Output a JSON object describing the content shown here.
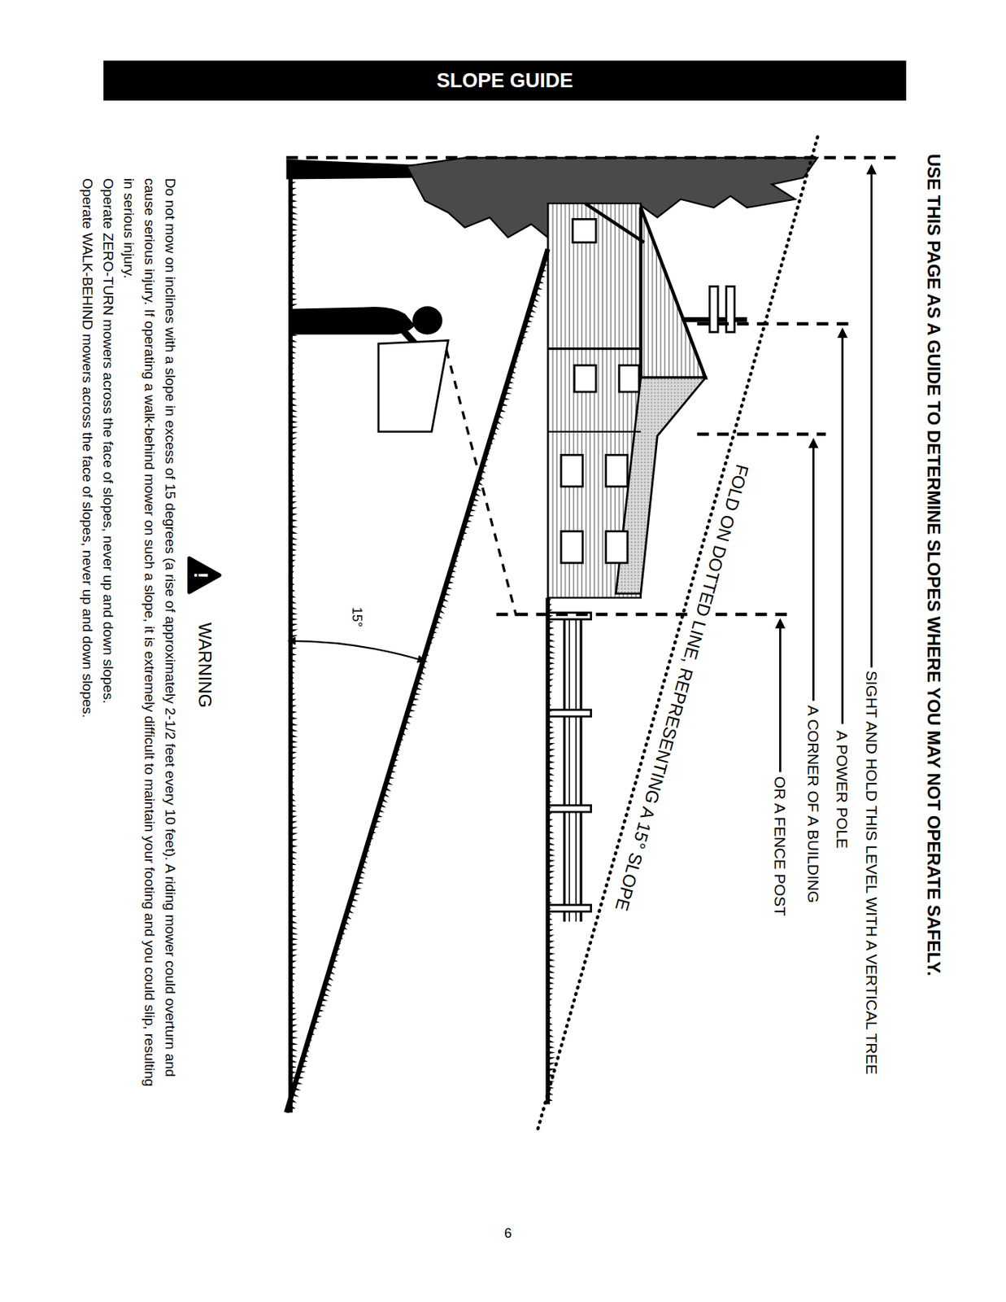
{
  "diagram": {
    "title": "SLOPE GUIDE",
    "nodes": [
      {
        "text": [
          "!",
          "WARNING"
        ]
      }
    ],
    "labels": [
      "USE THIS PAGE AS A GUIDE TO DETERMINE SLOPES WHERE YOU MAY NOT OPERATE SAFELY.",
      "SIGHT AND HOLD THIS LEVEL WITH A VERTICAL TREE",
      "A POWER POLE",
      "A CORNER OF A BUILDING",
      "OR A FENCE POST",
      "FOLD ON DOTTED LINE, REPRESENTING A 15° SLOPE",
      "15°",
      "Do not mow on inclines with a slope in excess of 15 degrees (a rise of approximately 2-1/2 feet every 10 feet). A riding mower could overturn and cause serious injury. If operating a walk-behind mower on such a slope, it is extremely difficult to maintain your footing and you could slip, resulting in serious injury.",
      "Operate ZERO-TURN mowers across the face of slopes, never up and down slopes.",
      "Operate WALK-BEHIND mowers across the face of slopes, never up and down slopes.",
      "6"
    ]
  }
}
